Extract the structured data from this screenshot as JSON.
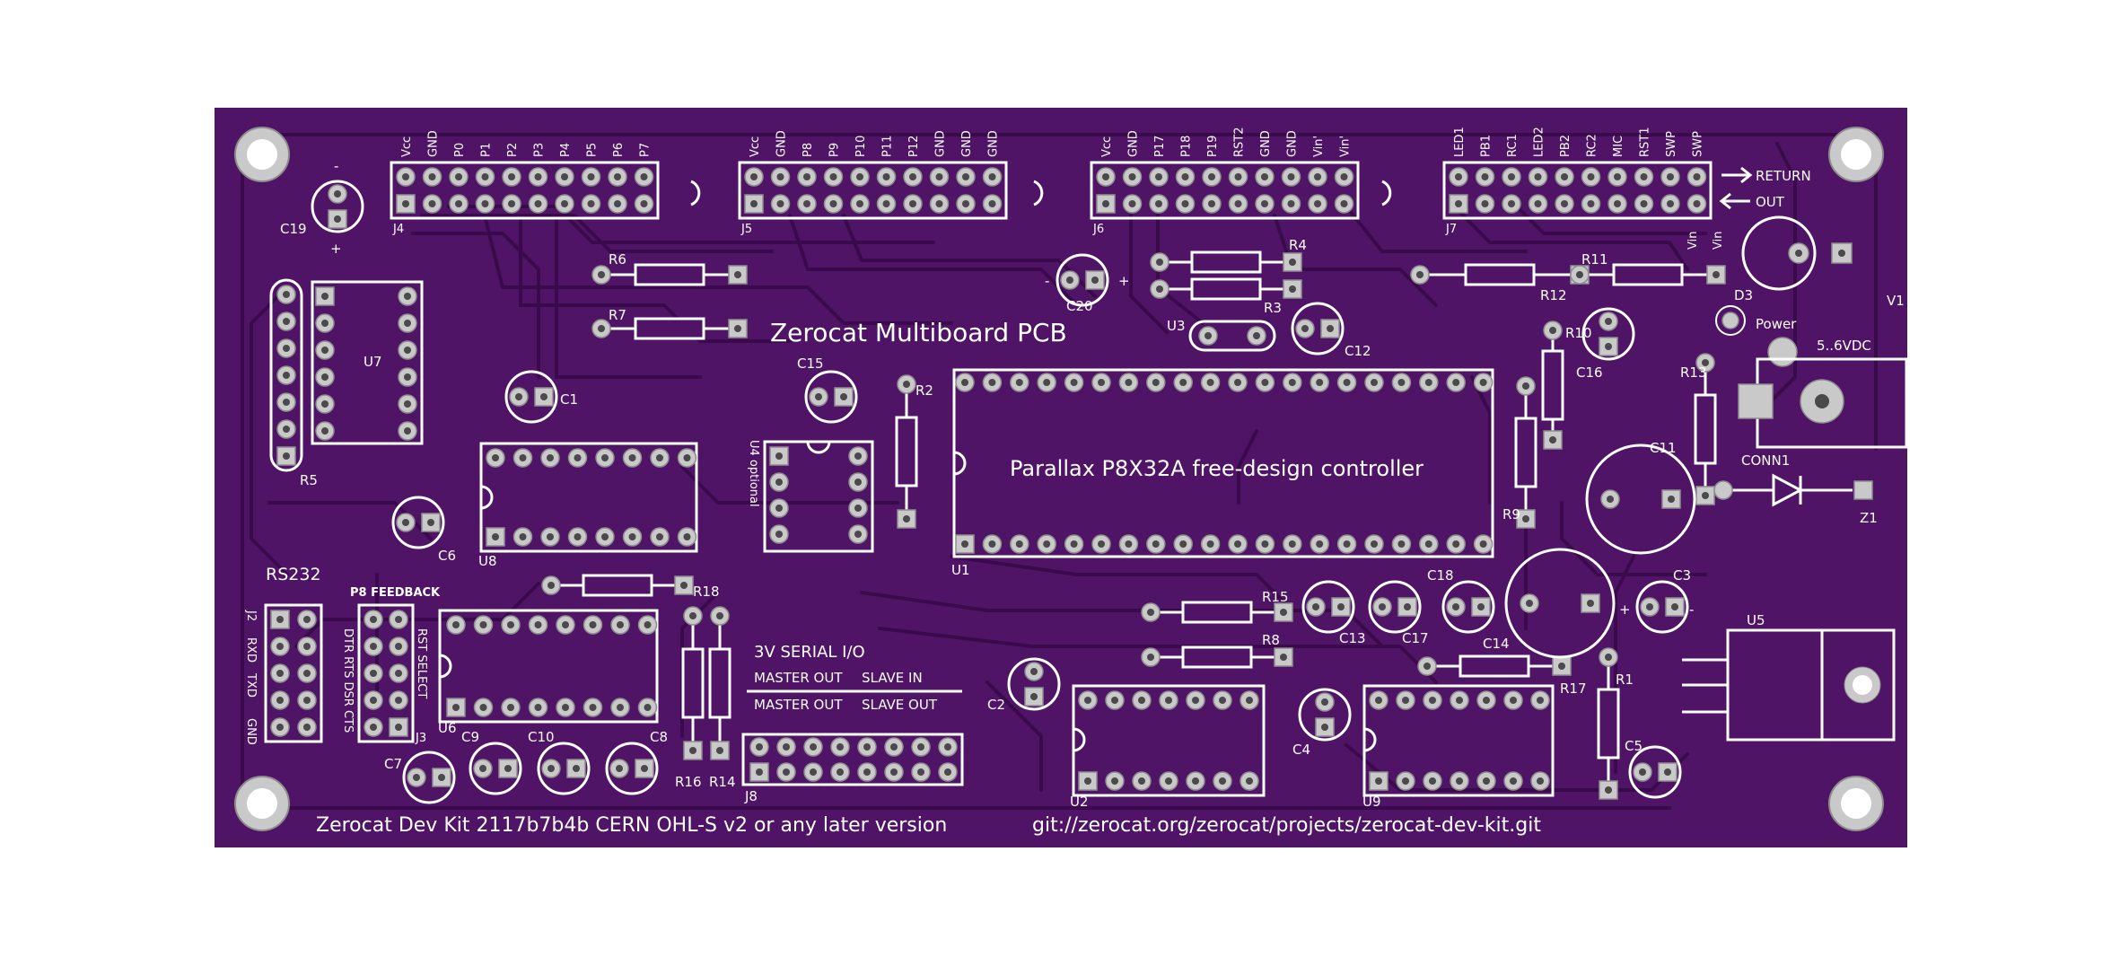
{
  "board": {
    "color": "#4f1466",
    "silk_color": "#ffffff",
    "pad_color": "#c9c9c9",
    "title": "Zerocat Multiboard PCB",
    "controller_label": "Parallax P8X32A free-design controller",
    "footer_left": "Zerocat Dev Kit   2117b7b4b   CERN OHL-S v2 or any later version",
    "footer_right": "git://zerocat.org/zerocat/projects/zerocat-dev-kit.git"
  },
  "headers": {
    "j4": {
      "name": "J4",
      "pins": [
        "Vcc",
        "GND",
        "P0",
        "P1",
        "P2",
        "P3",
        "P4",
        "P5",
        "P6",
        "P7"
      ]
    },
    "j5": {
      "name": "J5",
      "pins": [
        "Vcc",
        "GND",
        "P8",
        "P9",
        "P10",
        "P11",
        "P12",
        "GND",
        "GND",
        "GND"
      ]
    },
    "j6": {
      "name": "J6",
      "pins": [
        "Vcc",
        "GND",
        "P17",
        "P18",
        "P19",
        "RST2",
        "GND",
        "GND",
        "Vin'",
        "Vin'"
      ]
    },
    "j7": {
      "name": "J7",
      "pins": [
        "LED1",
        "PB1",
        "RC1",
        "LED2",
        "PB2",
        "RC2",
        "MIC",
        "RST1",
        "SWP",
        "SWP"
      ]
    }
  },
  "j7_arrows": {
    "return": "RETURN",
    "out": "OUT"
  },
  "labels": {
    "rs232": "RS232",
    "p8_feedback": "P8 FEEDBACK",
    "serial_title": "3V SERIAL I/O",
    "master_out": "MASTER OUT",
    "slave_in": "SLAVE IN",
    "master_out2": "MASTER OUT",
    "slave_out": "SLAVE OUT",
    "power": "Power",
    "supply": "5..6VDC",
    "optional": "U4 optional",
    "rxd": "RXD",
    "txd": "TXD",
    "gnd": "GND",
    "j3_pins": "DTR RTS DSR CTS",
    "rst_select": "RST SELECT",
    "plus": "+",
    "minus": "-"
  },
  "refs": {
    "j2": "J2",
    "j3": "J3",
    "j8": "J8",
    "u1": "U1",
    "u2": "U2",
    "u3": "U3",
    "u5": "U5",
    "u6": "U6",
    "u7": "U7",
    "u8": "U8",
    "u9": "U9",
    "r1": "R1",
    "r2": "R2",
    "r3": "R3",
    "r4": "R4",
    "r5": "R5",
    "r6": "R6",
    "r7": "R7",
    "r8": "R8",
    "r9": "R9",
    "r10": "R10",
    "r11": "R11",
    "r12": "R12",
    "r13": "R13",
    "r14": "R14",
    "r15": "R15",
    "r16": "R16",
    "r17": "R17",
    "r18": "R18",
    "c1": "C1",
    "c2": "C2",
    "c3": "C3",
    "c4": "C4",
    "c5": "C5",
    "c6": "C6",
    "c7": "C7",
    "c8": "C8",
    "c9": "C9",
    "c10": "C10",
    "c11": "C11",
    "c12": "C12",
    "c13": "C13",
    "c14": "C14",
    "c15": "C15",
    "c16": "C16",
    "c17": "C17",
    "c18": "C18",
    "c19": "C19",
    "c20": "C20",
    "d3": "D3",
    "v1": "V1",
    "z1": "Z1",
    "conn1": "CONN1",
    "vin1": "Vin",
    "vin2": "Vin"
  }
}
